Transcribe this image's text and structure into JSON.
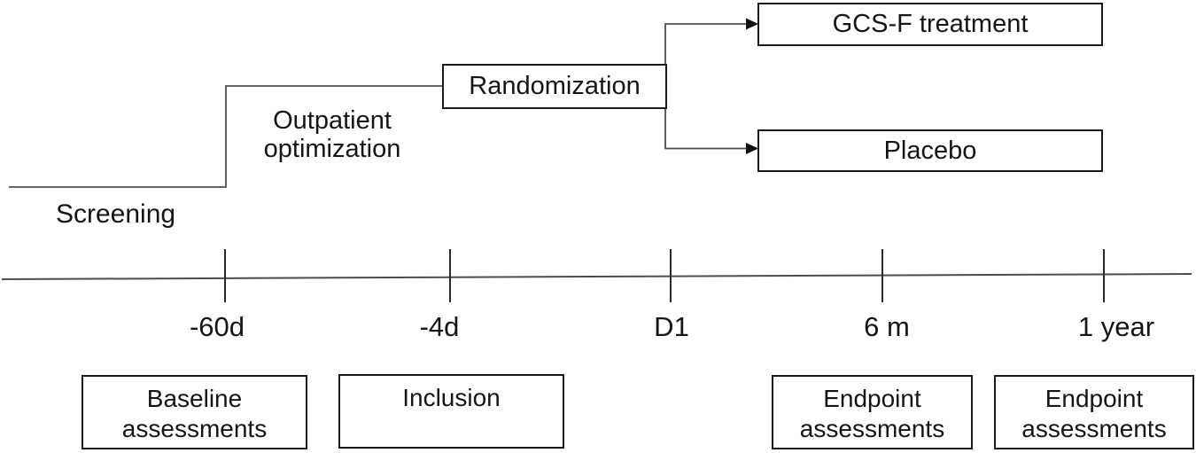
{
  "figure": {
    "screening": "Screening",
    "outpatient": "Outpatient optimization",
    "randomization": "Randomization",
    "arm_top": "GCS-F treatment",
    "arm_bottom": "Placebo"
  },
  "timeline": {
    "tick_labels": [
      "-60d",
      "-4d",
      "D1",
      "6 m",
      "1 year"
    ]
  },
  "assessments": [
    {
      "line1": "Baseline",
      "line2": "assessments"
    },
    {
      "line1": "Inclusion",
      "line2": ""
    },
    {
      "line1": "Endpoint",
      "line2": "assessments"
    },
    {
      "line1": "Endpoint",
      "line2": "assessments"
    }
  ],
  "colors": {
    "background": "#ffffff",
    "text": "#151515",
    "box_border": "#1a1a1a",
    "connector_line": "#4d4d4d",
    "tick_line": "#2b2b2b",
    "arrowhead": "#111111"
  }
}
